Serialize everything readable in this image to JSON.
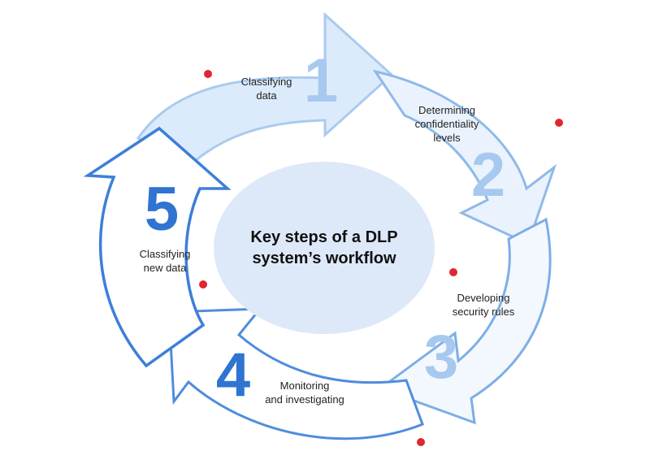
{
  "title_lines": [
    "Key steps of a DLP",
    "system’s workflow"
  ],
  "colors": {
    "arrow_light": "#dcebfb",
    "arrow_light_stroke": "#a9cbef",
    "arrow_mid": "#f3f8fe",
    "arrow_mid_stroke": "#8fb9ea",
    "arrow_dark_stroke": "#3d7fd8",
    "center": "#dde9f8",
    "number_light": "#a7c9ef",
    "number_dark": "#2f74d0",
    "dot": "#e0272f"
  },
  "steps": [
    {
      "number": "1",
      "label": "Classifying\ndata"
    },
    {
      "number": "2",
      "label": "Determining\nconfidentiality\nlevels"
    },
    {
      "number": "3",
      "label": "Developing\nsecurity rules"
    },
    {
      "number": "4",
      "label": "Monitoring\nand investigating"
    },
    {
      "number": "5",
      "label": "Classifying\nnew data"
    }
  ]
}
